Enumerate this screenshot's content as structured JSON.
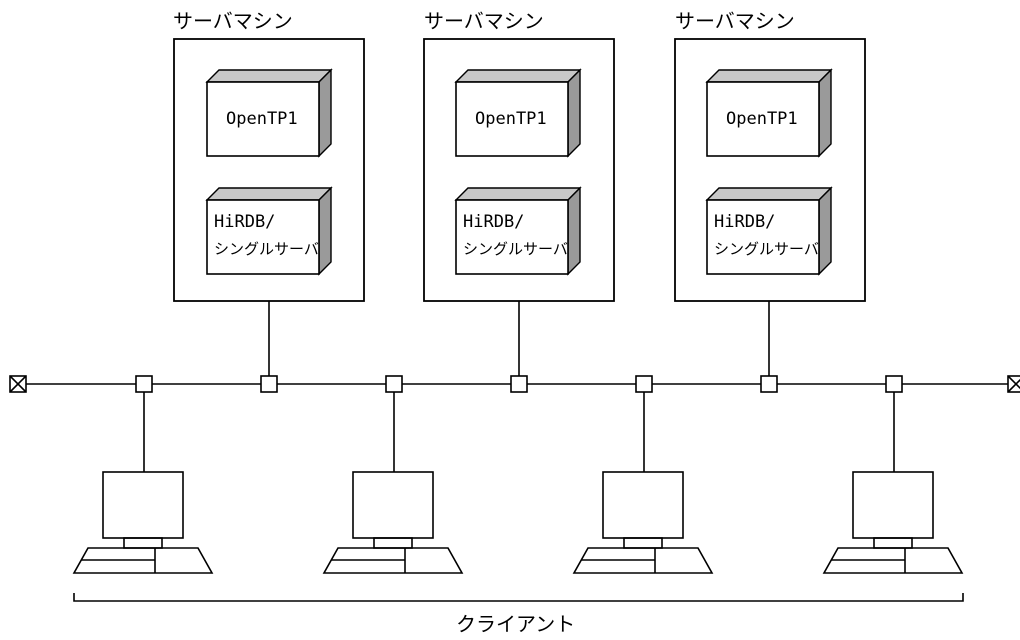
{
  "servers": [
    {
      "title": "サーバマシン",
      "app_box": "OpenTP1",
      "db_box_line1": "HiRDB/",
      "db_box_line2": "シングルサーバ"
    },
    {
      "title": "サーバマシン",
      "app_box": "OpenTP1",
      "db_box_line1": "HiRDB/",
      "db_box_line2": "シングルサーバ"
    },
    {
      "title": "サーバマシン",
      "app_box": "OpenTP1",
      "db_box_line1": "HiRDB/",
      "db_box_line2": "シングルサーバ"
    }
  ],
  "clients_label": "クライアント",
  "client_count": 4
}
